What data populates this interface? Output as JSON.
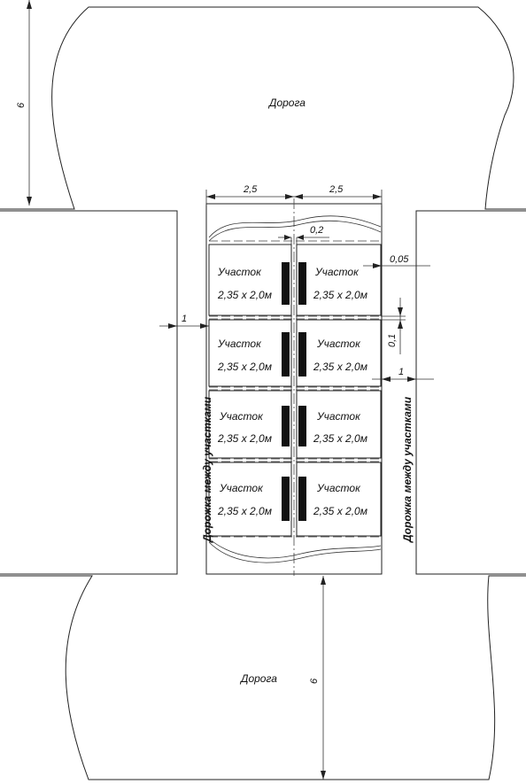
{
  "labels": {
    "road_top": "Дорога",
    "road_bottom": "Дорога",
    "path_left": "Дорожка между участками",
    "path_right": "Дорожка между участками"
  },
  "dimensions": {
    "road_top_width": "6",
    "road_bottom_width": "6",
    "bed_width_left": "2,5",
    "bed_width_right": "2,5",
    "center_gap": "0,2",
    "edge_gap": "0,05",
    "row_gap": "0,1",
    "path_left_width": "1",
    "path_right_width": "1"
  },
  "plots": [
    {
      "title": "Участок",
      "size": "2,35 х 2,0м"
    },
    {
      "title": "Участок",
      "size": "2,35 х 2,0м"
    },
    {
      "title": "Участок",
      "size": "2,35 х 2,0м"
    },
    {
      "title": "Участок",
      "size": "2,35 х 2,0м"
    },
    {
      "title": "Участок",
      "size": "2,35 х 2,0м"
    },
    {
      "title": "Участок",
      "size": "2,35 х 2,0м"
    },
    {
      "title": "Участок",
      "size": "2,35 х 2,0м"
    },
    {
      "title": "Участок",
      "size": "2,35 х 2,0м"
    }
  ]
}
